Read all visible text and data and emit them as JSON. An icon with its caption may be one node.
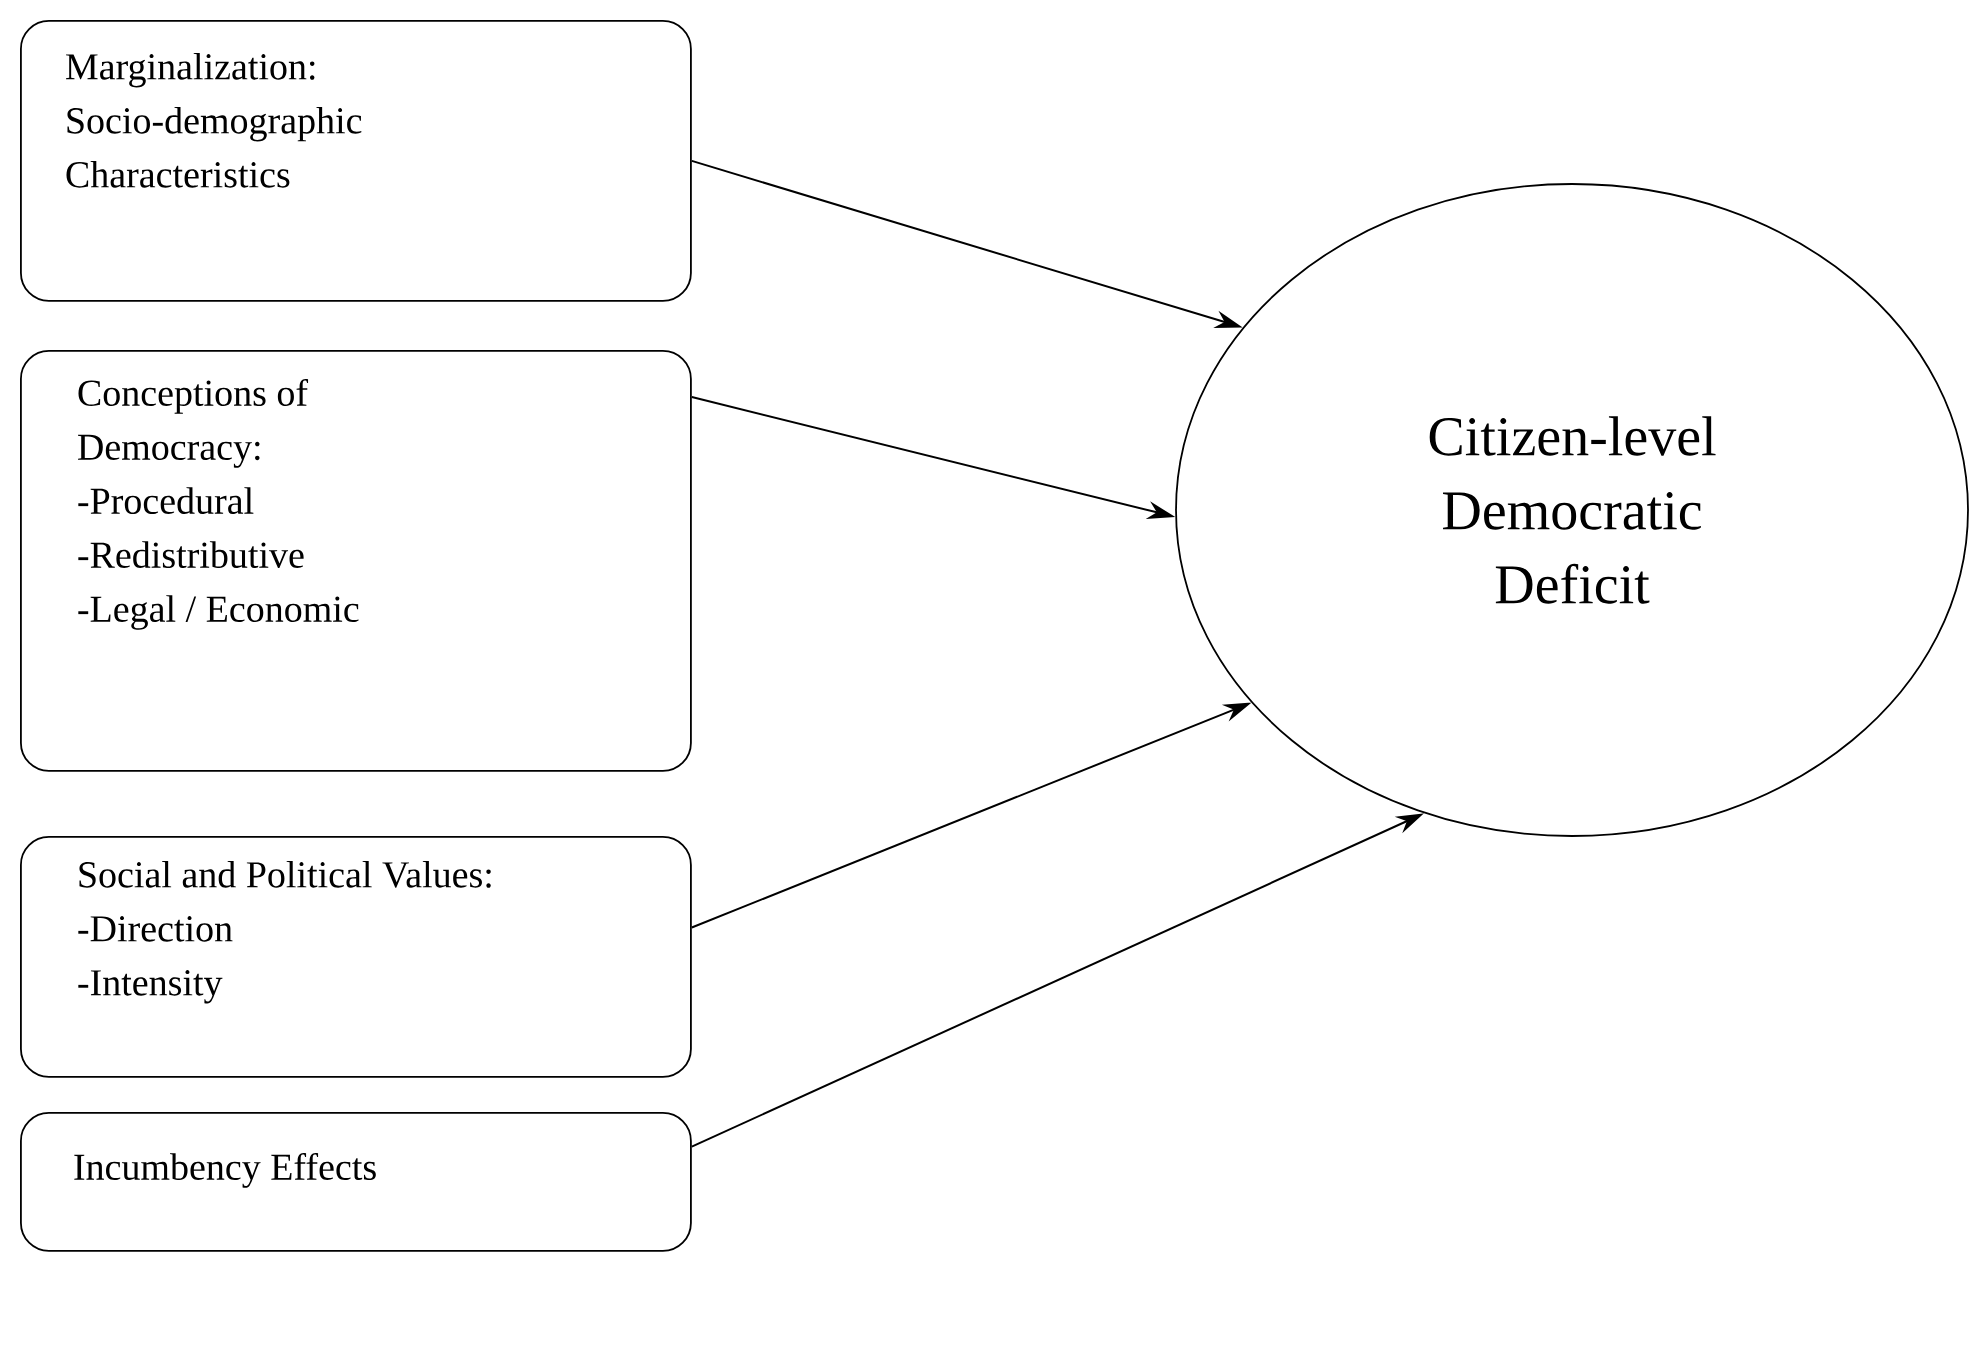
{
  "diagram": {
    "nodes": [
      {
        "text": [
          "Marginalization: Socio-demographic Characteristics"
        ]
      },
      {
        "text": [
          "Conceptions of Democracy:",
          "-Procedural",
          "-Redistributive",
          "-Legal / Economic"
        ]
      },
      {
        "text": [
          "Social and Political Values:",
          "-Direction",
          "-Intensity"
        ]
      },
      {
        "text": [
          "Incumbency Effects"
        ]
      },
      {
        "text": [
          "Citizen-level Democratic Deficit"
        ]
      }
    ],
    "edges": [
      {
        "from": 0,
        "to": 4,
        "arrow": "to"
      },
      {
        "from": 1,
        "to": 4,
        "arrow": "to"
      },
      {
        "from": 2,
        "to": 4,
        "arrow": "to"
      },
      {
        "from": 3,
        "to": 4,
        "arrow": "to"
      }
    ]
  }
}
